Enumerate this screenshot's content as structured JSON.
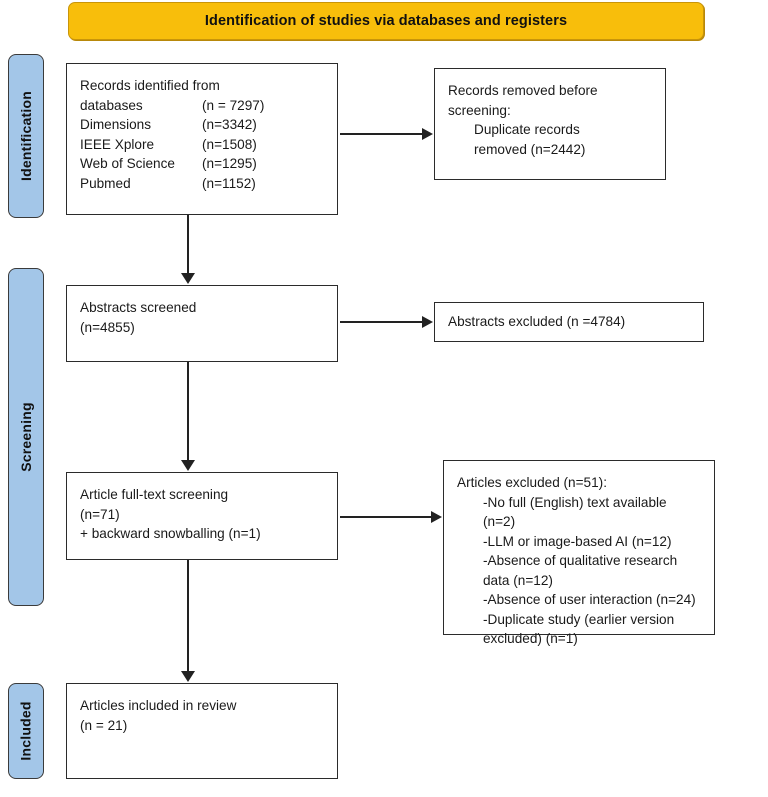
{
  "banner": {
    "title": "Identification of studies via databases and registers"
  },
  "stages": [
    {
      "id": "identification",
      "label": "Identification"
    },
    {
      "id": "screening",
      "label": "Screening"
    },
    {
      "id": "included",
      "label": "Included"
    }
  ],
  "boxes": {
    "identified": {
      "title": "Records identified from",
      "rows": [
        {
          "label": "databases",
          "count": "(n = 7297)"
        },
        {
          "label": "Dimensions",
          "count": "(n=3342)"
        },
        {
          "label": "IEEE Xplore",
          "count": "(n=1508)"
        },
        {
          "label": "Web of Science",
          "count": "(n=1295)"
        },
        {
          "label": "Pubmed",
          "count": "(n=1152)"
        }
      ]
    },
    "removed": {
      "line1": "Records removed before",
      "line2": "screening:",
      "line3": "Duplicate records",
      "line4": "removed (n=2442)"
    },
    "abstracts_screened": {
      "line1": "Abstracts screened",
      "line2": "(n=4855)"
    },
    "abstracts_excluded": {
      "line1": "Abstracts excluded (n =4784)"
    },
    "fulltext_screening": {
      "line1": "Article full-text screening",
      "line2": "(n=71)",
      "line3": "+ backward snowballing (n=1)"
    },
    "articles_excluded": {
      "title": "Articles excluded (n=51):",
      "reasons": [
        "-No full (English) text available (n=2)",
        "-LLM or image-based AI (n=12)",
        "-Absence of qualitative research",
        "data (n=12)",
        "-Absence of user interaction (n=24)",
        "-Duplicate study (earlier version",
        "excluded) (n=1)"
      ]
    },
    "included": {
      "line1": "Articles included in review",
      "line2": "(n = 21)"
    }
  },
  "colors": {
    "banner_fill": "#F8BE0B",
    "stage_fill": "#A3C6E8",
    "box_border": "#2b2b2b",
    "connector": "#222222"
  },
  "chart_data": {
    "type": "diagram",
    "title": "Identification of studies via databases and registers",
    "nodes": [
      {
        "id": "identified",
        "stage": "Identification",
        "n": 7297,
        "breakdown": {
          "Dimensions": 3342,
          "IEEE Xplore": 1508,
          "Web of Science": 1295,
          "Pubmed": 1152
        }
      },
      {
        "id": "removed",
        "stage": "Identification",
        "n": 2442
      },
      {
        "id": "abstracts_screened",
        "stage": "Screening",
        "n": 4855
      },
      {
        "id": "abstracts_excluded",
        "stage": "Screening",
        "n": 4784
      },
      {
        "id": "fulltext_screening",
        "stage": "Screening",
        "n": 71,
        "snowballing": 1
      },
      {
        "id": "articles_excluded",
        "stage": "Screening",
        "n": 51,
        "breakdown": {
          "No full (English) text available": 2,
          "LLM or image-based AI": 12,
          "Absence of qualitative research data": 12,
          "Absence of user interaction": 24,
          "Duplicate study (earlier version excluded)": 1
        }
      },
      {
        "id": "included",
        "stage": "Included",
        "n": 21
      }
    ],
    "edges": [
      {
        "from": "identified",
        "to": "removed",
        "direction": "right"
      },
      {
        "from": "identified",
        "to": "abstracts_screened",
        "direction": "down"
      },
      {
        "from": "abstracts_screened",
        "to": "abstracts_excluded",
        "direction": "right"
      },
      {
        "from": "abstracts_screened",
        "to": "fulltext_screening",
        "direction": "down"
      },
      {
        "from": "fulltext_screening",
        "to": "articles_excluded",
        "direction": "right"
      },
      {
        "from": "fulltext_screening",
        "to": "included",
        "direction": "down"
      }
    ]
  }
}
